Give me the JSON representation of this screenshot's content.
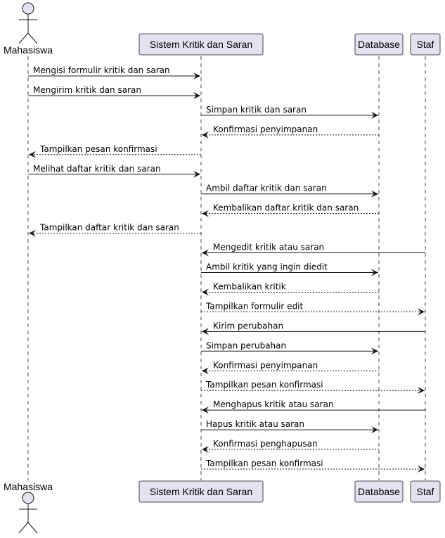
{
  "participants": [
    {
      "id": "mhs",
      "label": "Mahasiswa",
      "kind": "actor"
    },
    {
      "id": "sys",
      "label": "Sistem Kritik dan Saran",
      "kind": "participant"
    },
    {
      "id": "db",
      "label": "Database",
      "kind": "participant"
    },
    {
      "id": "staf",
      "label": "Staf",
      "kind": "participant"
    }
  ],
  "messages": [
    {
      "from": "mhs",
      "to": "sys",
      "label": "Mengisi formulir kritik dan saran",
      "style": "solid"
    },
    {
      "from": "mhs",
      "to": "sys",
      "label": "Mengirim kritik dan saran",
      "style": "solid"
    },
    {
      "from": "sys",
      "to": "db",
      "label": "Simpan kritik dan saran",
      "style": "solid"
    },
    {
      "from": "db",
      "to": "sys",
      "label": "Konfirmasi penyimpanan",
      "style": "dotted"
    },
    {
      "from": "sys",
      "to": "mhs",
      "label": "Tampilkan pesan konfirmasi",
      "style": "dotted"
    },
    {
      "from": "mhs",
      "to": "sys",
      "label": "Melihat daftar kritik dan saran",
      "style": "solid"
    },
    {
      "from": "sys",
      "to": "db",
      "label": "Ambil daftar kritik dan saran",
      "style": "solid"
    },
    {
      "from": "db",
      "to": "sys",
      "label": "Kembalikan daftar kritik dan saran",
      "style": "dotted"
    },
    {
      "from": "sys",
      "to": "mhs",
      "label": "Tampilkan daftar kritik dan saran",
      "style": "dotted"
    },
    {
      "from": "staf",
      "to": "sys",
      "label": "Mengedit kritik atau saran",
      "style": "solid"
    },
    {
      "from": "sys",
      "to": "db",
      "label": "Ambil kritik yang ingin diedit",
      "style": "solid"
    },
    {
      "from": "db",
      "to": "sys",
      "label": "Kembalikan kritik",
      "style": "dotted"
    },
    {
      "from": "sys",
      "to": "staf",
      "label": "Tampilkan formulir edit",
      "style": "dotted"
    },
    {
      "from": "staf",
      "to": "sys",
      "label": "Kirim perubahan",
      "style": "solid"
    },
    {
      "from": "sys",
      "to": "db",
      "label": "Simpan perubahan",
      "style": "solid"
    },
    {
      "from": "db",
      "to": "sys",
      "label": "Konfirmasi penyimpanan",
      "style": "dotted"
    },
    {
      "from": "sys",
      "to": "staf",
      "label": "Tampilkan pesan konfirmasi",
      "style": "dotted"
    },
    {
      "from": "staf",
      "to": "sys",
      "label": "Menghapus kritik atau saran",
      "style": "solid"
    },
    {
      "from": "sys",
      "to": "db",
      "label": "Hapus kritik atau saran",
      "style": "solid"
    },
    {
      "from": "db",
      "to": "sys",
      "label": "Konfirmasi penghapusan",
      "style": "dotted"
    },
    {
      "from": "sys",
      "to": "staf",
      "label": "Tampilkan pesan konfirmasi",
      "style": "dotted"
    }
  ]
}
